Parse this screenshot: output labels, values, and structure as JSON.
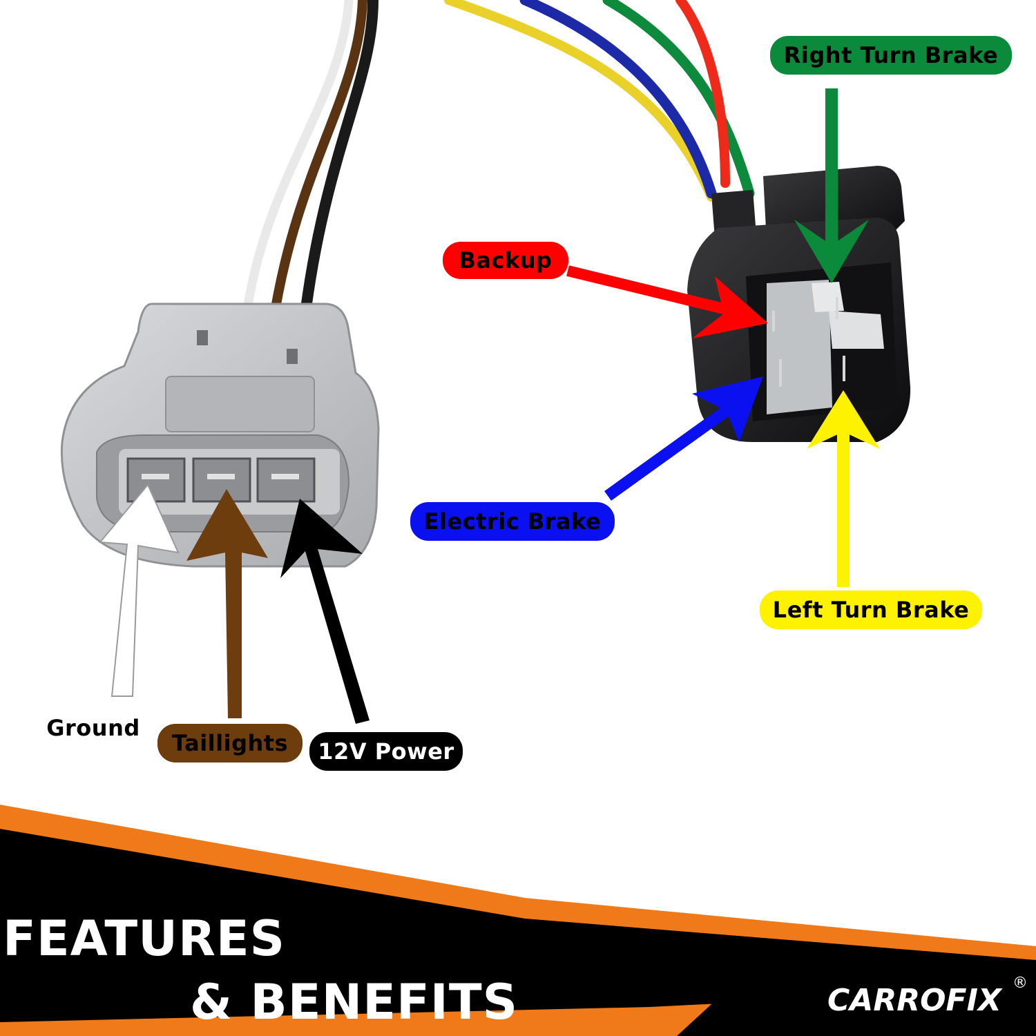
{
  "connectors": {
    "right_labels": {
      "right_turn_brake": "Right Turn Brake",
      "backup": "Backup",
      "electric_brake": "Electric Brake",
      "left_turn_brake": "Left Turn Brake"
    },
    "left_labels": {
      "ground": "Ground",
      "taillights": "Taillights",
      "power_12v": "12V Power"
    }
  },
  "colors": {
    "green": "#0a8a3a",
    "red": "#ff0000",
    "blue": "#0a10f0",
    "yellow": "#fff200",
    "brown": "#6e3d0e",
    "black": "#000000",
    "orange": "#f07a1a",
    "connector_grey": "#c7c9cb",
    "connector_black": "#1d1d1f"
  },
  "icons": {
    "left_connector": "grey-3-pin-plug-icon",
    "right_connector": "black-4-pin-socket-icon"
  },
  "promo": {
    "line1": "FEATURES",
    "line2": "& BENEFITS",
    "brand": "CARROFIX",
    "brand_mark": "®"
  }
}
